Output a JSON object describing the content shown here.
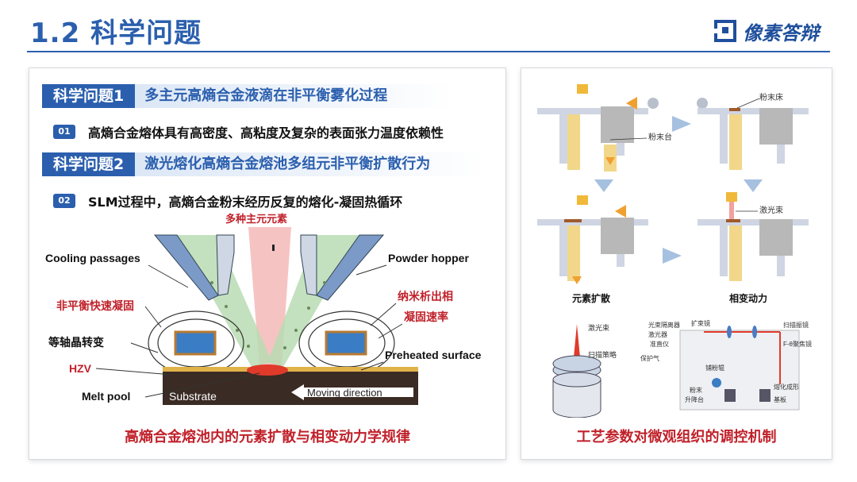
{
  "header": {
    "title": "1.2  科学问题",
    "logo_text": "像素答辩"
  },
  "left": {
    "q1_label": "科学问题1",
    "q1_text": "多主元高熵合金液滴在非平衡雾化过程",
    "point1_badge": "01",
    "point1_text": "高熵合金熔体具有高密度、高粘度及复杂的表面张力温度依赖性",
    "q2_label": "科学问题2",
    "q2_text": "激光熔化高熵合金熔池多组元非平衡扩散行为",
    "point2_badge": "02",
    "point2_text": "SLM过程中，高熵合金粉末经历反复的熔化-凝固热循环",
    "diagram": {
      "top_label": "多种主元元素",
      "cooling": "Cooling passages",
      "hopper": "Powder hopper",
      "nonequilibrium": "非平衡快速凝固",
      "nano": "纳米析出相",
      "solid_rate": "凝固速率",
      "equiaxed": "等轴晶转变",
      "preheated": "Preheated surface",
      "hzv": "HZV",
      "melt_pool": "Melt pool",
      "substrate": "Substrate",
      "moving": "Moving direction"
    },
    "caption": "高熵合金熔池内的元素扩散与相变动力学规律"
  },
  "right": {
    "powder_bed": "粉末床",
    "powder_table": "粉末台",
    "laser_beam": "激光束",
    "element_diffusion": "元素扩散",
    "phase_kinetics": "相变动力",
    "laser_beam_2": "激光束",
    "scan_strategy": "扫描策略",
    "beam_splitter": "光束隔离器",
    "beam_expander": "扩束镜",
    "laser_source": "激光器",
    "collimator": "准直仪",
    "scan_mirror": "扫描振镜",
    "f_theta": "F-θ聚焦镜",
    "shield_gas": "保护气",
    "roller": "铺粉辊",
    "powder": "粉末",
    "lift": "升降台",
    "melt_form": "熔化成形",
    "base_plate": "基板",
    "caption": "工艺参数对微观组织的调控机制"
  },
  "colors": {
    "brand_blue": "#2b5fae",
    "caption_red": "#c0212a"
  }
}
